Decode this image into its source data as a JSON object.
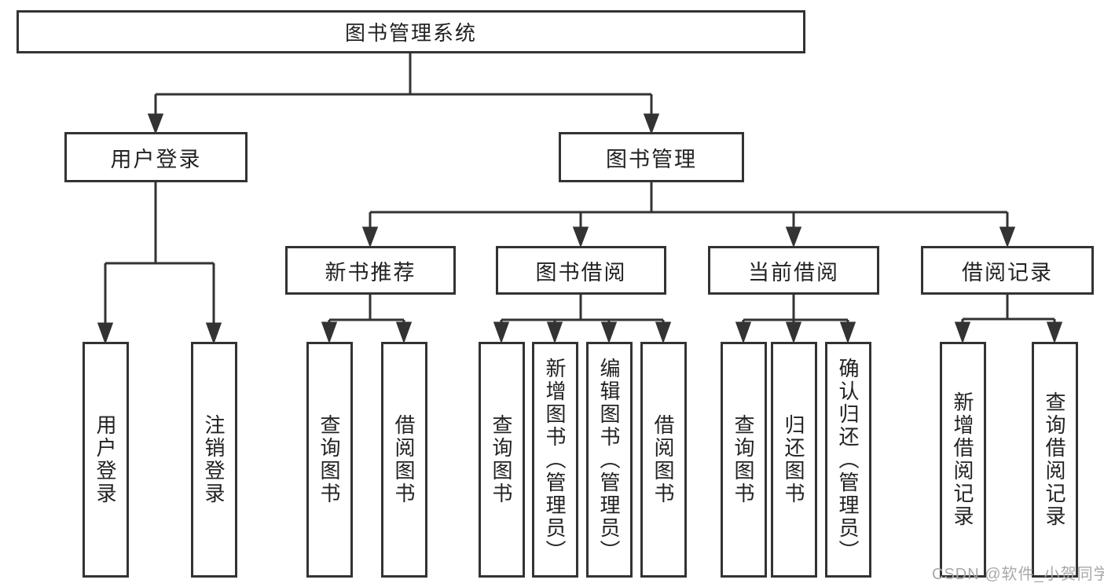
{
  "colors": {
    "line": "#333333",
    "box_border": "#333333",
    "box_fill": "#ffffff",
    "text": "#222222",
    "watermark": "#a9a9a9",
    "background": "#ffffff"
  },
  "tree": {
    "root": {
      "label": "图书管理系统"
    },
    "children": [
      {
        "label": "用户登录",
        "children": [
          {
            "label": "用户登录"
          },
          {
            "label": "注销登录"
          }
        ]
      },
      {
        "label": "图书管理",
        "children": [
          {
            "label": "新书推荐",
            "children": [
              {
                "label": "查询图书"
              },
              {
                "label": "借阅图书"
              }
            ]
          },
          {
            "label": "图书借阅",
            "children": [
              {
                "label": "查询图书"
              },
              {
                "label": "新增图书（管理员）"
              },
              {
                "label": "编辑图书（管理员）"
              },
              {
                "label": "借阅图书"
              }
            ]
          },
          {
            "label": "当前借阅",
            "children": [
              {
                "label": "查询图书"
              },
              {
                "label": "归还图书"
              },
              {
                "label": "确认归还（管理员）"
              }
            ]
          },
          {
            "label": "借阅记录",
            "children": [
              {
                "label": "新增借阅记录"
              },
              {
                "label": "查询借阅记录"
              }
            ]
          }
        ]
      }
    ]
  },
  "watermark": {
    "text": "CSDN @软件_小贺同学"
  }
}
